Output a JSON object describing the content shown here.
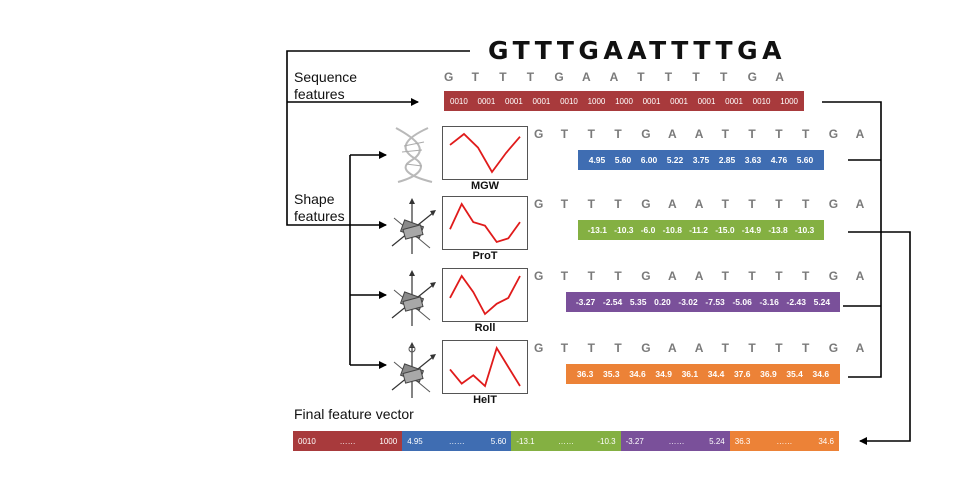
{
  "sequence_title": "GTTTGAATTTTGA",
  "sequence_letters": [
    "G",
    "T",
    "T",
    "T",
    "G",
    "A",
    "A",
    "T",
    "T",
    "T",
    "T",
    "G",
    "A"
  ],
  "labels": {
    "sequence_features": [
      "Sequence",
      "features"
    ],
    "shape_features": [
      "Shape",
      "features"
    ],
    "final_feature_vector": "Final feature vector"
  },
  "sequence_encoding": {
    "values": [
      "0010",
      "0001",
      "0001",
      "0001",
      "0010",
      "1000",
      "1000",
      "0001",
      "0001",
      "0001",
      "0001",
      "0010",
      "1000"
    ],
    "color": "#a83a3c"
  },
  "shape_features": [
    {
      "name": "MGW",
      "color": "#3f6db2",
      "values": [
        "4.95",
        "5.60",
        "6.00",
        "5.22",
        "3.75",
        "2.85",
        "3.63",
        "4.76",
        "5.60"
      ],
      "profile": [
        5.2,
        6.0,
        5.0,
        3.2,
        4.6,
        5.8
      ]
    },
    {
      "name": "ProT",
      "color": "#84b042",
      "values": [
        "-13.1",
        "-10.3",
        "-6.0",
        "-10.8",
        "-11.2",
        "-15.0",
        "-14.9",
        "-13.8",
        "-10.3"
      ],
      "profile": [
        -12,
        -5,
        -10,
        -11,
        -15.5,
        -14.5,
        -10
      ]
    },
    {
      "name": "Roll",
      "color": "#7a509a",
      "values": [
        "-3.27",
        "-2.54",
        "5.35",
        "0.20",
        "-3.02",
        "-7.53",
        "-5.06",
        "-3.16",
        "-2.43",
        "5.24"
      ],
      "profile": [
        -2,
        5.5,
        0,
        -7.5,
        -4,
        -2,
        5.5
      ]
    },
    {
      "name": "HelT",
      "color": "#ec8237",
      "values": [
        "36.3",
        "35.3",
        "34.6",
        "34.9",
        "36.1",
        "34.4",
        "37.6",
        "36.9",
        "35.4",
        "34.6"
      ],
      "profile": [
        36,
        34.8,
        35.5,
        34.6,
        37.8,
        36.2,
        34.6
      ]
    }
  ],
  "final_vector": [
    {
      "start": "0010",
      "dots": "……",
      "end": "1000",
      "color": "#a83a3c"
    },
    {
      "start": "4.95",
      "dots": "……",
      "end": "5.60",
      "color": "#3f6db2"
    },
    {
      "start": "-13.1",
      "dots": "……",
      "end": "-10.3",
      "color": "#84b042"
    },
    {
      "start": "-3.27",
      "dots": "……",
      "end": "5.24",
      "color": "#7a509a"
    },
    {
      "start": "36.3",
      "dots": "……",
      "end": "34.6",
      "color": "#ec8237"
    }
  ],
  "colors": {
    "line": "#000000",
    "plot_line": "#e01b1b",
    "letters": "#7a7a7a"
  }
}
